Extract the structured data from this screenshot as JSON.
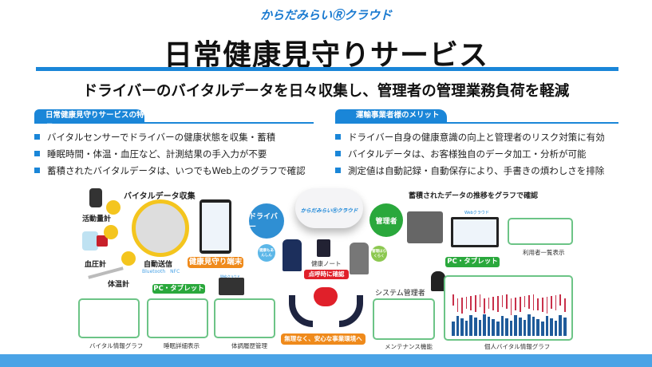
{
  "brand": "からだみらいⓇクラウド",
  "title": "日常健康見守りサービス",
  "subtitle": "ドライバーのバイタルデータを日々収集し、管理者の管理業務負荷を軽減",
  "features": {
    "heading": "日常健康見守りサービスの特長",
    "items": [
      "バイタルセンサーでドライバーの健康状態を収集・蓄積",
      "睡眠時間・体温・血圧など、計測結果の手入力が不要",
      "蓄積されたバイタルデータは、いつでもWeb上のグラフで確認"
    ]
  },
  "merits": {
    "heading": "運輸事業者様のメリット",
    "items": [
      "ドライバー自身の健康意識の向上と管理者のリスク対策に有効",
      "バイタルデータは、お客様独自のデータ加工・分析が可能",
      "測定値は自動記録・自動保存により、手書きの煩わしさを排除"
    ]
  },
  "diagram": {
    "vital_collect": "バイタルデータ収集",
    "activity_meter": "活動量計",
    "bp_meter": "血圧計",
    "thermometer": "体温計",
    "auto_send": "自動送信",
    "auto_send_sub": "Bluetooth　NFC",
    "terminal": "健康見守り端末",
    "driver": "ドライバー",
    "driver_bubble": "健康もあんしん",
    "cloud": "からだみらいⓇクラウド",
    "health_note": "健康ノート",
    "rollcall": "点呼時に確認",
    "safe_env": "無理なく、安心な事業環境へ",
    "manager": "管理者",
    "manager_bubble": "管理はらくらく",
    "graph_confirm": "蓄積されたデータの推移をグラフで確認",
    "pc_tablet": "PC・タブレット",
    "web_cloud": "Webクラウド",
    "user_list": "利用者一覧表示",
    "sys_admin": "システム管理者",
    "maintenance": "メンテナンス機能",
    "personal_graph": "個人バイタル情報グラフ",
    "vital_graph": "バイタル情報グラフ",
    "sleep_detail": "睡眠詳細表示",
    "condition_history": "体調履歴管理"
  },
  "colors": {
    "accent": "#1a86d8",
    "green": "#2aa83c",
    "orange": "#ef8a1b",
    "red": "#e0202a"
  }
}
